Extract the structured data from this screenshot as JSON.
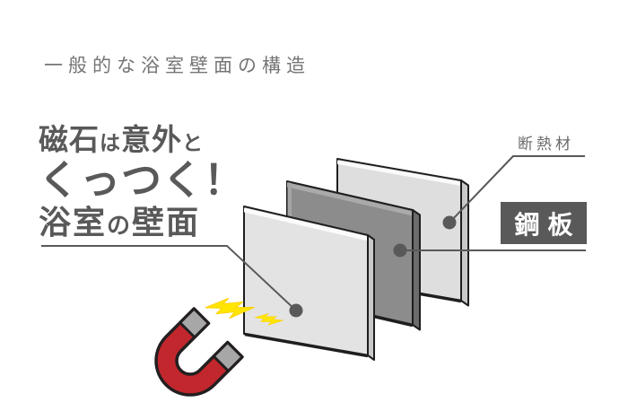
{
  "title": "一般的な浴室壁面の構造",
  "headline": {
    "line1": {
      "a": "磁石",
      "b": "は",
      "c": "意外",
      "d": "と"
    },
    "line2": "くっつく！",
    "line3": {
      "a": "浴室",
      "b": "の",
      "c": "壁面"
    }
  },
  "labels": {
    "insulation": "断熱材",
    "steel_plate": "鋼板"
  },
  "diagram": {
    "panels": [
      {
        "name": "bathroom-wall-panel",
        "position": "front",
        "meaning": "浴室の壁面",
        "face_color": "#e3e3e3"
      },
      {
        "name": "steel-plate-panel",
        "position": "middle",
        "meaning": "鋼板",
        "face_color": "#8c8c8c"
      },
      {
        "name": "insulation-panel",
        "position": "back",
        "meaning": "断熱材",
        "face_color": "#dedede"
      }
    ],
    "outline_color": "#1e1e1e",
    "leader_color": "#595959",
    "magnet": {
      "body_color": "#c1272d",
      "tip_color": "#a7a7a7",
      "outline_color": "#231f20"
    },
    "spark_color": "#ffe600",
    "steel_box": {
      "background": "#595959",
      "text_color": "#ffffff"
    },
    "title_color": "#757575",
    "headline_color": "#595959"
  }
}
